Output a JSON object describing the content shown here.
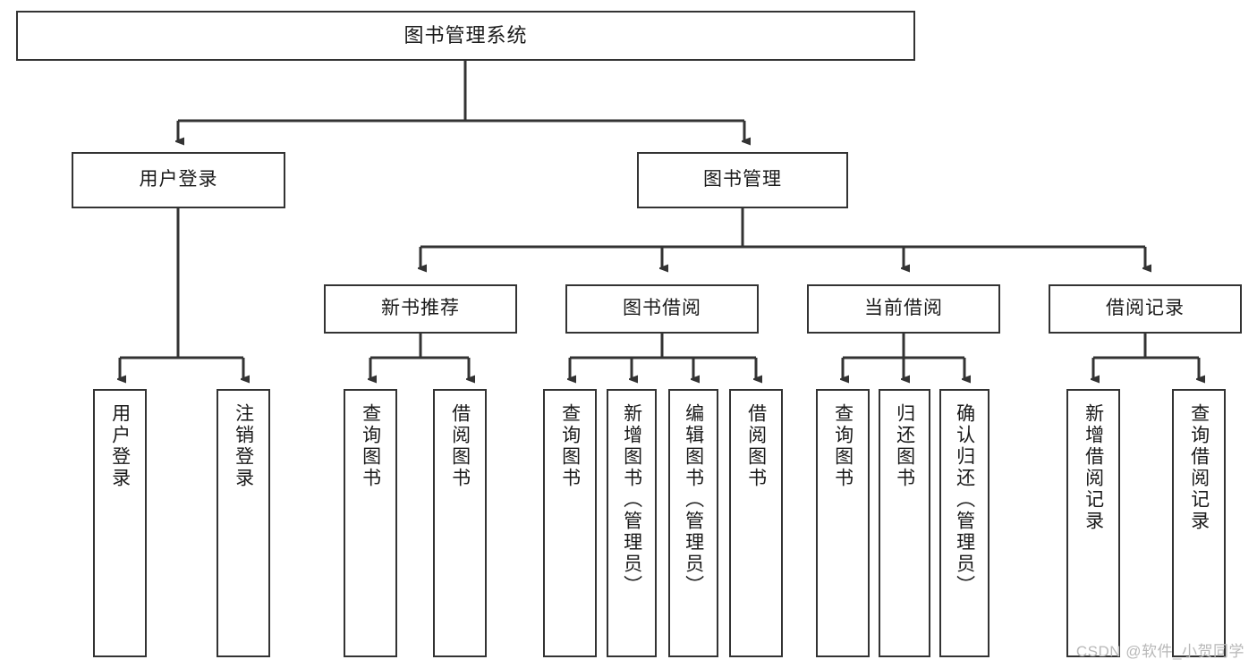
{
  "diagram": {
    "title_node": {
      "label": "图书管理系统"
    },
    "level1": [
      {
        "key": "user_login",
        "label": "用户登录"
      },
      {
        "key": "book_manage",
        "label": "图书管理"
      }
    ],
    "level2": [
      {
        "key": "new_book_rec",
        "label": "新书推荐"
      },
      {
        "key": "book_borrow",
        "label": "图书借阅"
      },
      {
        "key": "current_borrow",
        "label": "当前借阅"
      },
      {
        "key": "borrow_record",
        "label": "借阅记录"
      }
    ],
    "leaves": [
      {
        "key": "leaf-user-login",
        "label": "用户登录"
      },
      {
        "key": "leaf-logout-login",
        "label": "注销登录"
      },
      {
        "key": "leaf-query-book-1",
        "label": "查询图书"
      },
      {
        "key": "leaf-borrow-book-1",
        "label": "借阅图书"
      },
      {
        "key": "leaf-query-book-2",
        "label": "查询图书"
      },
      {
        "key": "leaf-add-book",
        "label": "新增图书（管理员）"
      },
      {
        "key": "leaf-edit-book",
        "label": "编辑图书（管理员）"
      },
      {
        "key": "leaf-borrow-book-2",
        "label": "借阅图书"
      },
      {
        "key": "leaf-query-book-3",
        "label": "查询图书"
      },
      {
        "key": "leaf-return-book",
        "label": "归还图书"
      },
      {
        "key": "leaf-confirm-return",
        "label": "确认归还（管理员）"
      },
      {
        "key": "leaf-add-record",
        "label": "新增借阅记录"
      },
      {
        "key": "leaf-query-record",
        "label": "查询借阅记录"
      }
    ]
  },
  "watermark": {
    "text": "CSDN @软件_小贺同学"
  },
  "colors": {
    "stroke": "#333333",
    "background": "#ffffff",
    "text": "#1a1a1a",
    "watermark": "#b8b8b8"
  }
}
